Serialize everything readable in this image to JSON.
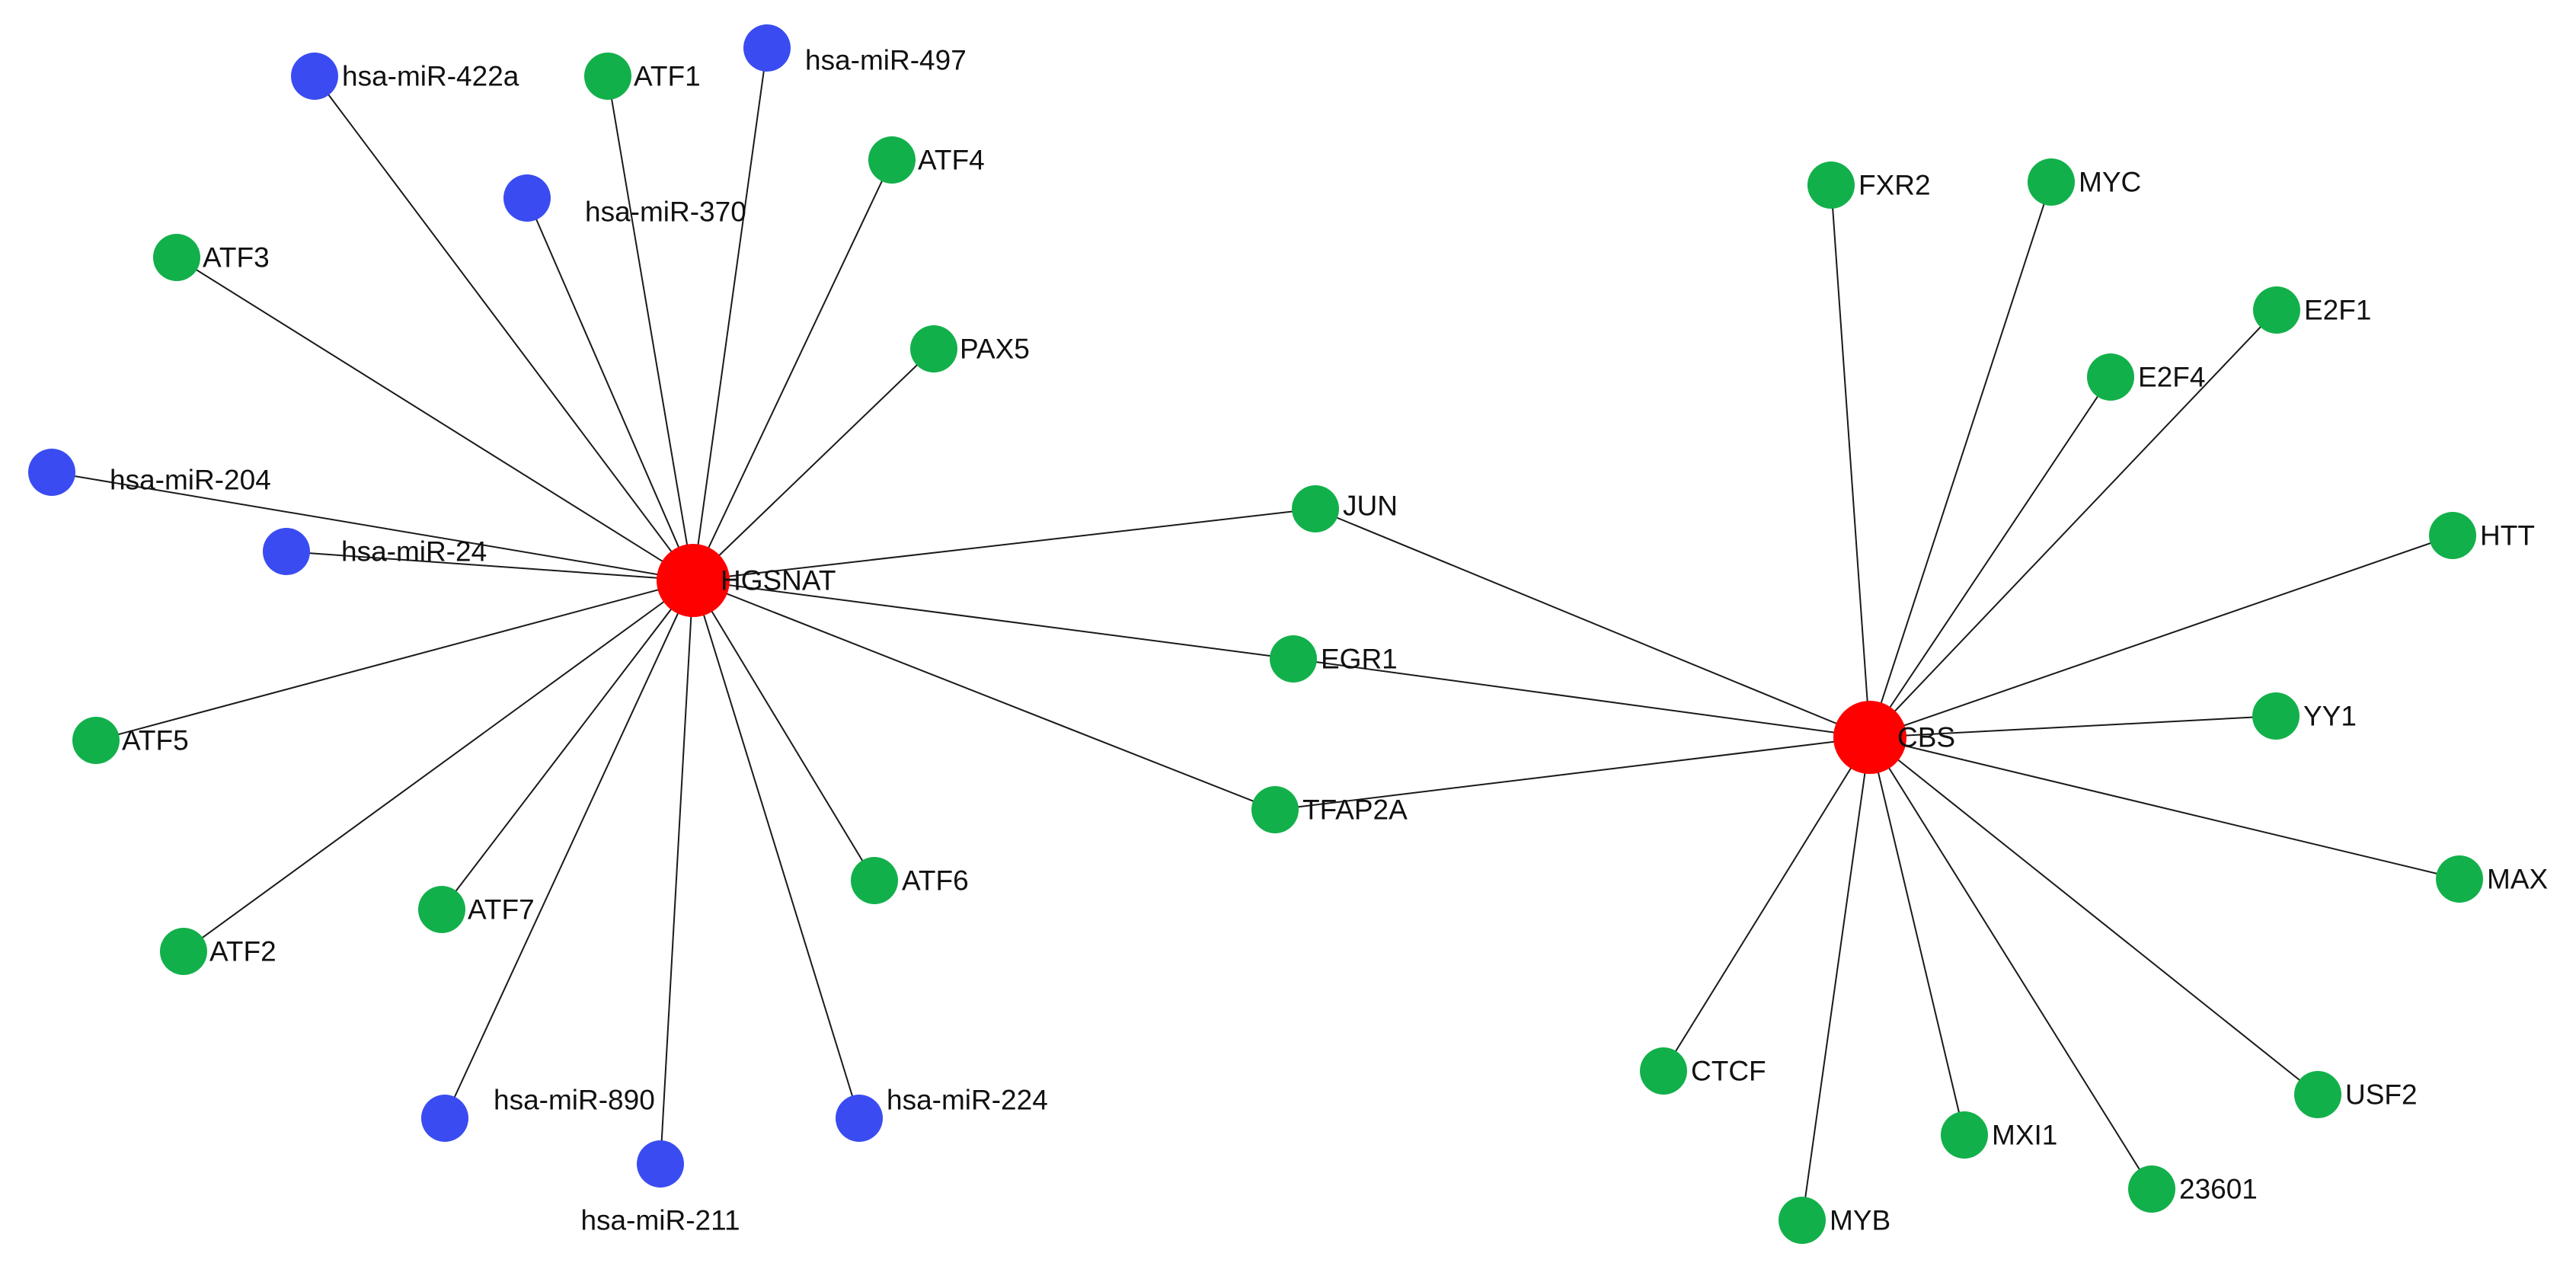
{
  "colors": {
    "hub": "#fe0000",
    "gene": "#12b04a",
    "mirna": "#3a4cf1",
    "edge": "#1a1a1a"
  },
  "nodes": [
    {
      "id": "hgsnat",
      "label": "HGSNAT",
      "type": "hub"
    },
    {
      "id": "cbs",
      "label": "CBS",
      "type": "hub"
    },
    {
      "id": "mir422a",
      "label": "hsa-miR-422a",
      "type": "mirna"
    },
    {
      "id": "atf1",
      "label": "ATF1",
      "type": "gene"
    },
    {
      "id": "mir497",
      "label": "hsa-miR-497",
      "type": "mirna"
    },
    {
      "id": "atf4",
      "label": "ATF4",
      "type": "gene"
    },
    {
      "id": "mir370",
      "label": "hsa-miR-370",
      "type": "mirna"
    },
    {
      "id": "atf3",
      "label": "ATF3",
      "type": "gene"
    },
    {
      "id": "pax5",
      "label": "PAX5",
      "type": "gene"
    },
    {
      "id": "mir204",
      "label": "hsa-miR-204",
      "type": "mirna"
    },
    {
      "id": "mir24",
      "label": "hsa-miR-24",
      "type": "mirna"
    },
    {
      "id": "atf5",
      "label": "ATF5",
      "type": "gene"
    },
    {
      "id": "atf2",
      "label": "ATF2",
      "type": "gene"
    },
    {
      "id": "atf7",
      "label": "ATF7",
      "type": "gene"
    },
    {
      "id": "atf6",
      "label": "ATF6",
      "type": "gene"
    },
    {
      "id": "mir890",
      "label": "hsa-miR-890",
      "type": "mirna"
    },
    {
      "id": "mir211",
      "label": "hsa-miR-211",
      "type": "mirna"
    },
    {
      "id": "mir224",
      "label": "hsa-miR-224",
      "type": "mirna"
    },
    {
      "id": "jun",
      "label": "JUN",
      "type": "gene"
    },
    {
      "id": "egr1",
      "label": "EGR1",
      "type": "gene"
    },
    {
      "id": "tfap2a",
      "label": "TFAP2A",
      "type": "gene"
    },
    {
      "id": "fxr2",
      "label": "FXR2",
      "type": "gene"
    },
    {
      "id": "myc",
      "label": "MYC",
      "type": "gene"
    },
    {
      "id": "e2f1",
      "label": "E2F1",
      "type": "gene"
    },
    {
      "id": "e2f4",
      "label": "E2F4",
      "type": "gene"
    },
    {
      "id": "htt",
      "label": "HTT",
      "type": "gene"
    },
    {
      "id": "yy1",
      "label": "YY1",
      "type": "gene"
    },
    {
      "id": "max",
      "label": "MAX",
      "type": "gene"
    },
    {
      "id": "usf2",
      "label": "USF2",
      "type": "gene"
    },
    {
      "id": "ctcf",
      "label": "CTCF",
      "type": "gene"
    },
    {
      "id": "mxi1",
      "label": "MXI1",
      "type": "gene"
    },
    {
      "id": "n23601",
      "label": "23601",
      "type": "gene"
    },
    {
      "id": "myb",
      "label": "MYB",
      "type": "gene"
    }
  ],
  "edges": [
    [
      "hgsnat",
      "mir422a"
    ],
    [
      "hgsnat",
      "atf1"
    ],
    [
      "hgsnat",
      "mir497"
    ],
    [
      "hgsnat",
      "atf4"
    ],
    [
      "hgsnat",
      "mir370"
    ],
    [
      "hgsnat",
      "atf3"
    ],
    [
      "hgsnat",
      "pax5"
    ],
    [
      "hgsnat",
      "mir204"
    ],
    [
      "hgsnat",
      "mir24"
    ],
    [
      "hgsnat",
      "atf5"
    ],
    [
      "hgsnat",
      "atf2"
    ],
    [
      "hgsnat",
      "atf7"
    ],
    [
      "hgsnat",
      "mir890"
    ],
    [
      "hgsnat",
      "mir211"
    ],
    [
      "hgsnat",
      "mir224"
    ],
    [
      "hgsnat",
      "atf6"
    ],
    [
      "hgsnat",
      "jun"
    ],
    [
      "hgsnat",
      "egr1"
    ],
    [
      "hgsnat",
      "tfap2a"
    ],
    [
      "cbs",
      "jun"
    ],
    [
      "cbs",
      "egr1"
    ],
    [
      "cbs",
      "tfap2a"
    ],
    [
      "cbs",
      "fxr2"
    ],
    [
      "cbs",
      "myc"
    ],
    [
      "cbs",
      "e2f1"
    ],
    [
      "cbs",
      "e2f4"
    ],
    [
      "cbs",
      "htt"
    ],
    [
      "cbs",
      "yy1"
    ],
    [
      "cbs",
      "max"
    ],
    [
      "cbs",
      "usf2"
    ],
    [
      "cbs",
      "ctcf"
    ],
    [
      "cbs",
      "mxi1"
    ],
    [
      "cbs",
      "n23601"
    ],
    [
      "cbs",
      "myb"
    ]
  ]
}
